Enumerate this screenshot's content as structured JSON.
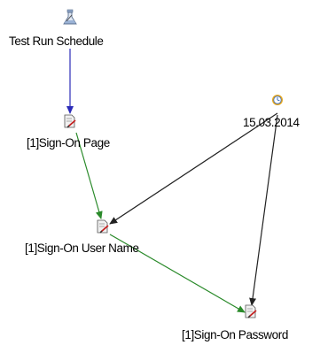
{
  "nodes": {
    "schedule": {
      "label": "Test Run Schedule",
      "icon": "flask-icon"
    },
    "sign_on_page": {
      "label": "[1]Sign-On Page",
      "icon": "test-page-icon"
    },
    "date": {
      "label": "15.03.2014",
      "icon": "clock-icon"
    },
    "user_name": {
      "label": "[1]Sign-On User Name",
      "icon": "test-page-icon"
    },
    "password": {
      "label": "[1]Sign-On Password",
      "icon": "test-page-icon"
    }
  },
  "colors": {
    "schedule_edge": "#2b2bb8",
    "step_edge": "#2a8a2a",
    "date_edge": "#222222",
    "clock": "#e8a81c",
    "clock_face": "#3a6fc4"
  }
}
